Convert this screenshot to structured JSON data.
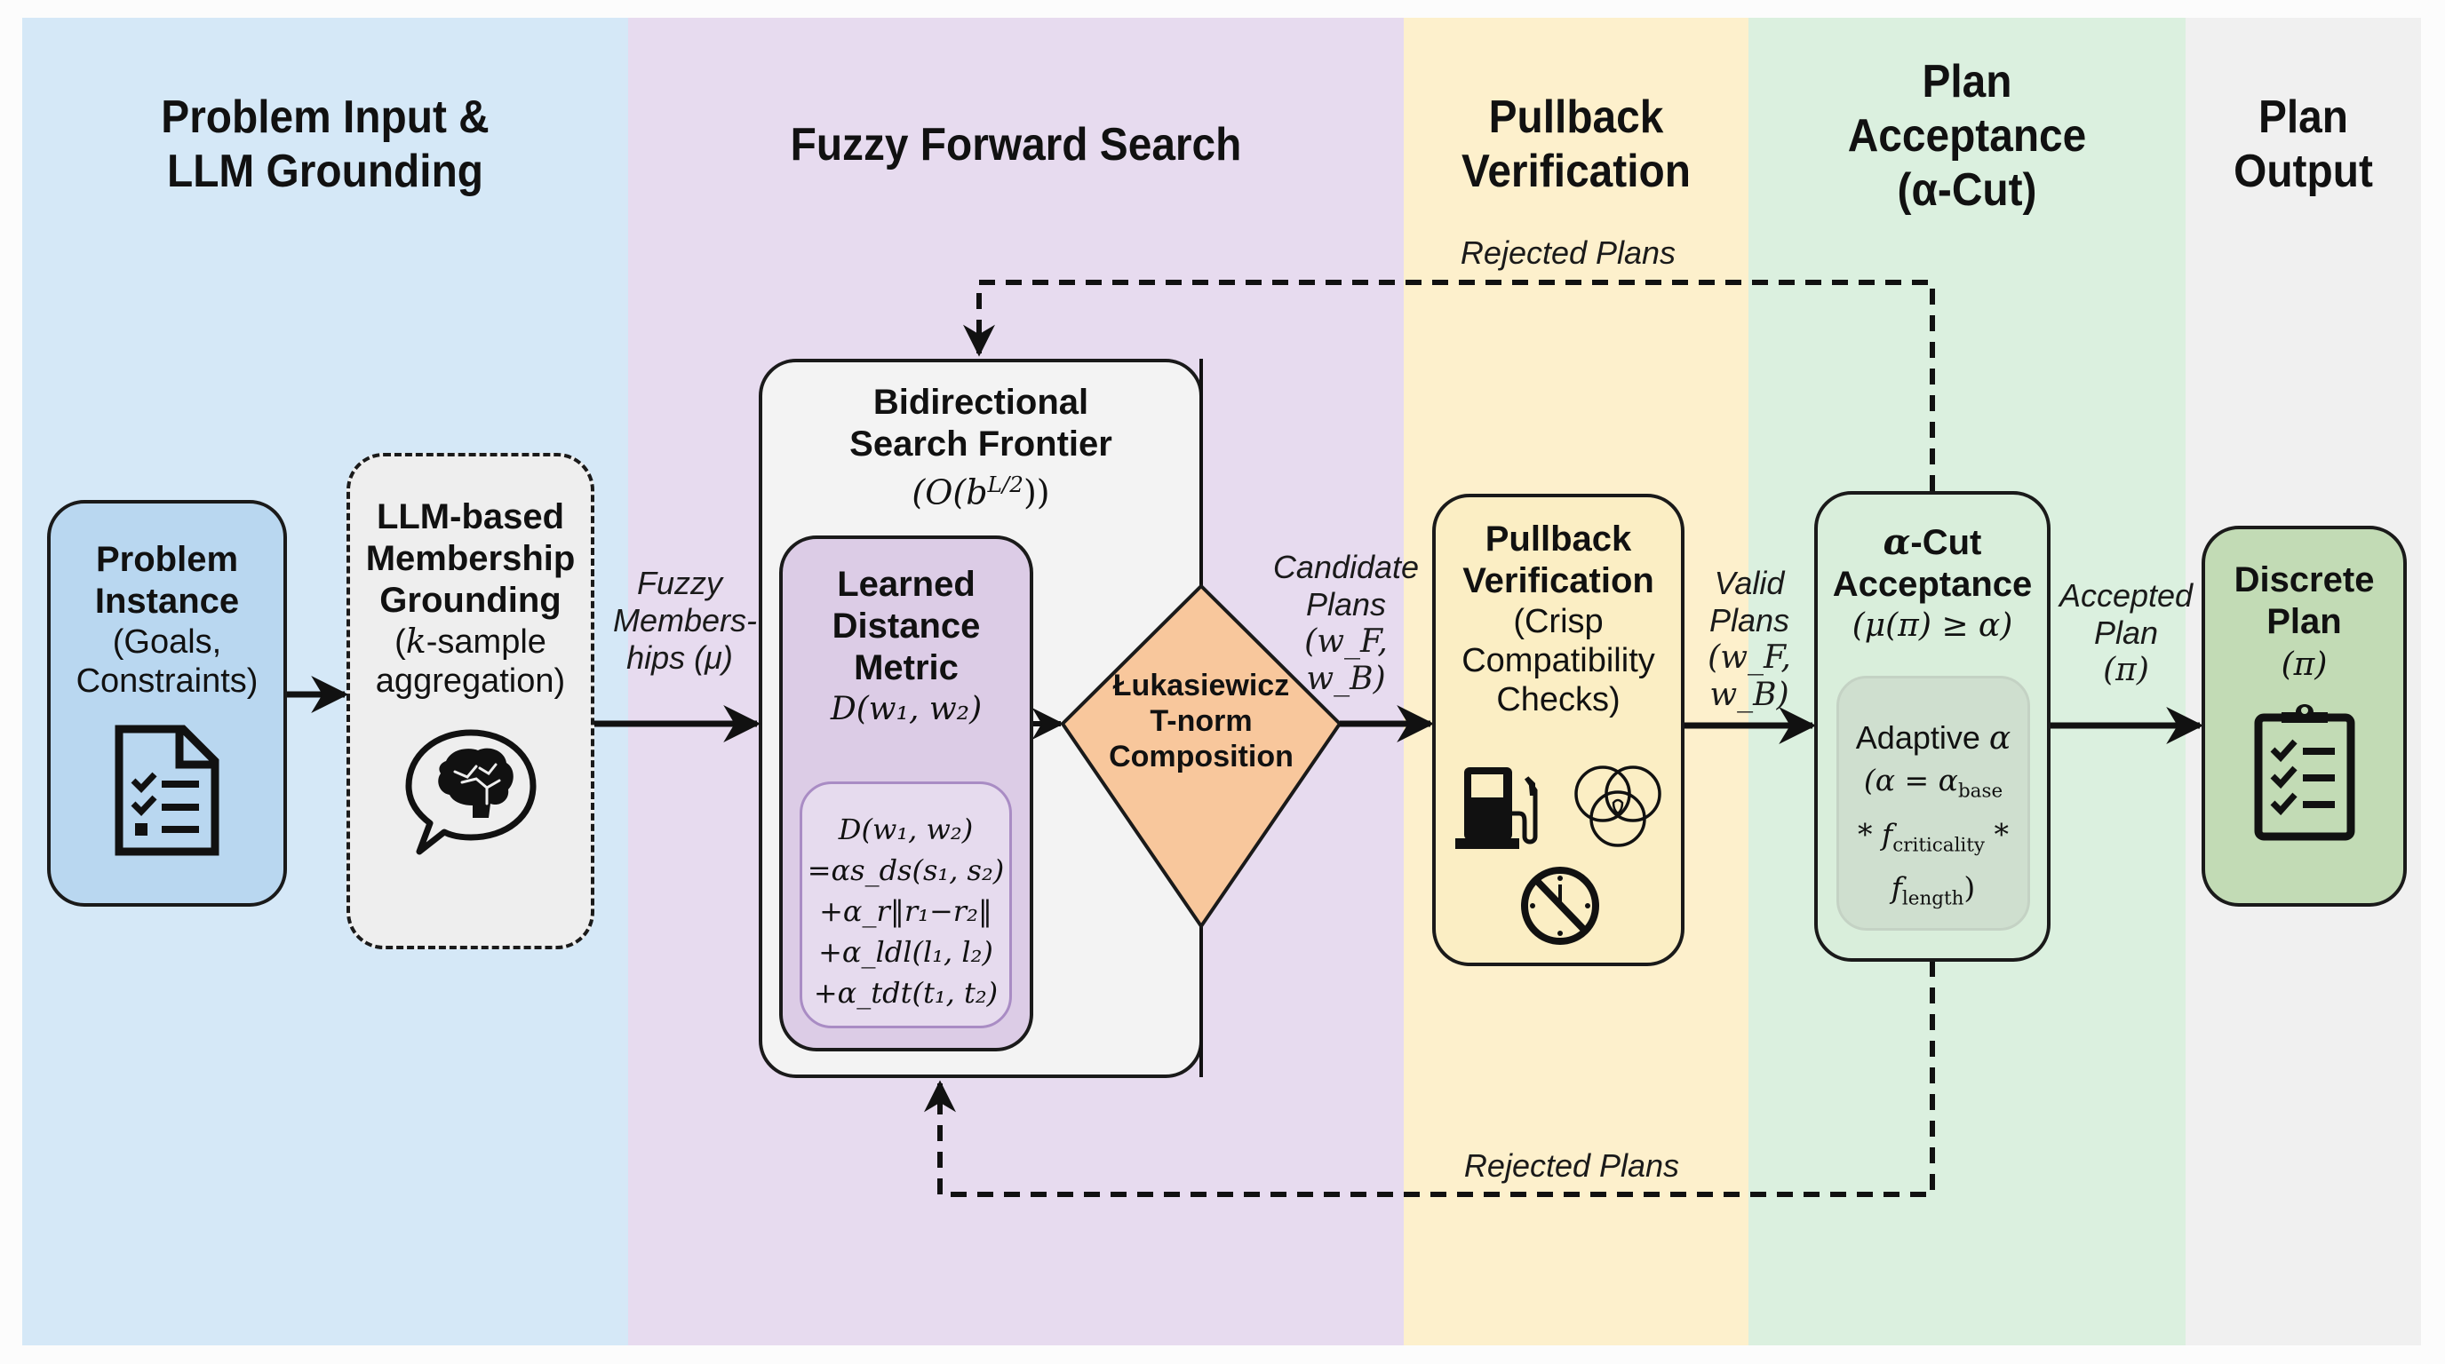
{
  "bands": [
    {
      "id": "input",
      "title_lines": [
        "Problem Input &",
        "LLM Grounding"
      ],
      "color": "#d5e8f7"
    },
    {
      "id": "search",
      "title_lines": [
        "Fuzzy Forward Search"
      ],
      "color": "#e7dbef"
    },
    {
      "id": "pullback",
      "title_lines": [
        "Pullback",
        "Verification"
      ],
      "color": "#fdf0cc"
    },
    {
      "id": "acceptance",
      "title_lines": [
        "Plan",
        "Acceptance",
        "(α-Cut)"
      ],
      "color": "#dbf0df"
    },
    {
      "id": "output",
      "title_lines": [
        "Plan",
        "Output"
      ],
      "color": "#f0f0f0"
    }
  ],
  "nodes": {
    "problem_instance": {
      "title_lines": [
        "Problem",
        "Instance"
      ],
      "sub_lines": [
        "(Goals,",
        "Constraints)"
      ],
      "icon": "document-checklist-icon",
      "fill": "#b9d7f0"
    },
    "llm_grounding": {
      "title_lines": [
        "LLM-based",
        "Membership",
        "Grounding"
      ],
      "sub_k": "k",
      "sub_rest": "-sample",
      "sub_line2": "aggregation)",
      "icon": "brain-speech-bubble-icon",
      "fill": "#eeeeee"
    },
    "frontier": {
      "title_lines": [
        "Bidirectional",
        "Search Frontier"
      ],
      "complexity": "(O(b",
      "complexity_sup": "L/2",
      "complexity_end": "))",
      "fill": "#f3f3f3"
    },
    "distance_metric": {
      "title_lines": [
        "Learned",
        "Distance",
        "Metric"
      ],
      "signature": "D(w₁, w₂)",
      "formula_lines": [
        "D(w₁, w₂)",
        "=αs_ds(s₁, s₂)",
        "+α_r‖r₁−r₂‖",
        "+α_ldl(l₁, l₂)",
        "+α_tdt(t₁, t₂)"
      ],
      "fill": "#dccce6",
      "inner_fill": "#e6dbee",
      "inner_border": "#a98cc4"
    },
    "tnorm": {
      "title_lines": [
        "Łukasiewicz",
        "T-norm",
        "Composition"
      ],
      "fill": "#f8c79c"
    },
    "pullback": {
      "title_lines": [
        "Pullback",
        "Verification"
      ],
      "sub_lines": [
        "(Crisp",
        "Compatibility",
        "Checks)"
      ],
      "icons": [
        "fuel-pump-icon",
        "venn-diagram-icon",
        "no-clock-icon"
      ],
      "fill": "#fbeec4"
    },
    "alpha_cut": {
      "title_prefix": "α",
      "title_rest": "-Cut",
      "title_line2": "Acceptance",
      "condition": "(μ(π) ≥ α)",
      "adaptive_title": "Adaptive",
      "adaptive_alpha": "α",
      "adaptive_lines": [
        "(α = α",
        "base",
        "* f",
        "criticality",
        " *",
        "f",
        "length",
        ")"
      ],
      "fill": "#d9eedb",
      "inner_fill": "#cfdfcf"
    },
    "discrete_plan": {
      "title_lines": [
        "Discrete",
        "Plan"
      ],
      "sub": "(π)",
      "icon": "clipboard-checklist-icon",
      "fill": "#c2dbb5"
    }
  },
  "edges": {
    "fuzzy_memberships": [
      "Fuzzy",
      "Members-",
      "hips (μ)"
    ],
    "candidate_plans": [
      "Candidate",
      "Plans"
    ],
    "candidate_plans_vars": "(w_F, w_B)",
    "valid_plans": [
      "Valid",
      "Plans"
    ],
    "valid_plans_vars": "(w_F, w_B)",
    "accepted_plan": [
      "Accepted",
      "Plan"
    ],
    "accepted_plan_var": "(π)",
    "rejected_top": "Rejected Plans",
    "rejected_bottom": "Rejected Plans"
  }
}
